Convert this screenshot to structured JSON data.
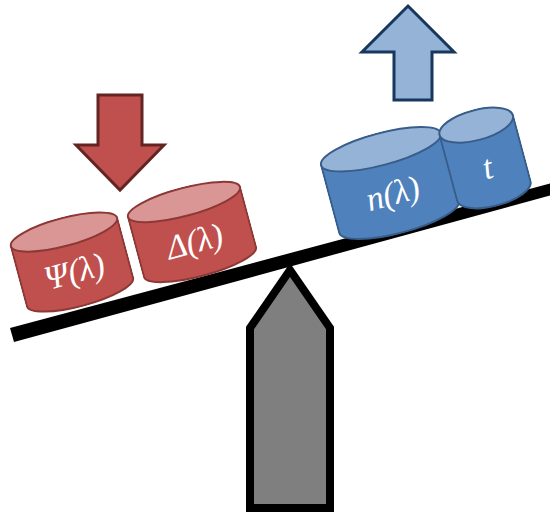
{
  "diagram": {
    "nodes": [
      {
        "text": [
          "Ψ(λ)"
        ]
      },
      {
        "text": [
          "Δ(λ)"
        ]
      },
      {
        "text": [
          "n(λ)"
        ]
      },
      {
        "text": [
          "t"
        ]
      }
    ]
  }
}
